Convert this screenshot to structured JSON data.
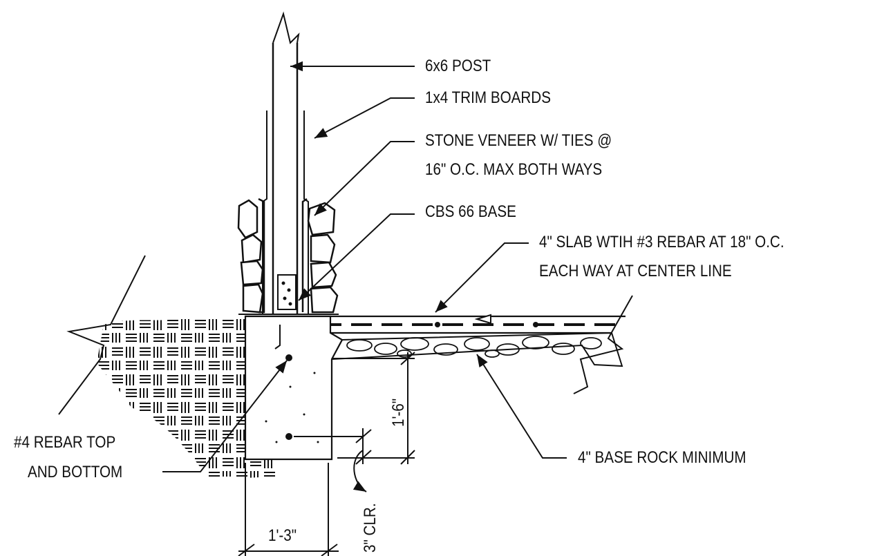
{
  "labels": {
    "post": "6x6 POST",
    "trim": "1x4 TRIM BOARDS",
    "veneer_line1": "STONE VENEER W/ TIES @",
    "veneer_line2": "16\" O.C. MAX BOTH WAYS",
    "base": "CBS 66 BASE",
    "slab_line1": "4\" SLAB WTIH #3 REBAR AT 18\" O.C.",
    "slab_line2": "EACH WAY AT CENTER LINE",
    "rock": "4\" BASE ROCK MINIMUM",
    "rebar_line1": "#4 REBAR TOP",
    "rebar_line2": "AND BOTTOM"
  },
  "dimensions": {
    "footing_width": "1'-3\"",
    "footing_depth": "1'-6\"",
    "clearance": "3\" CLR."
  }
}
